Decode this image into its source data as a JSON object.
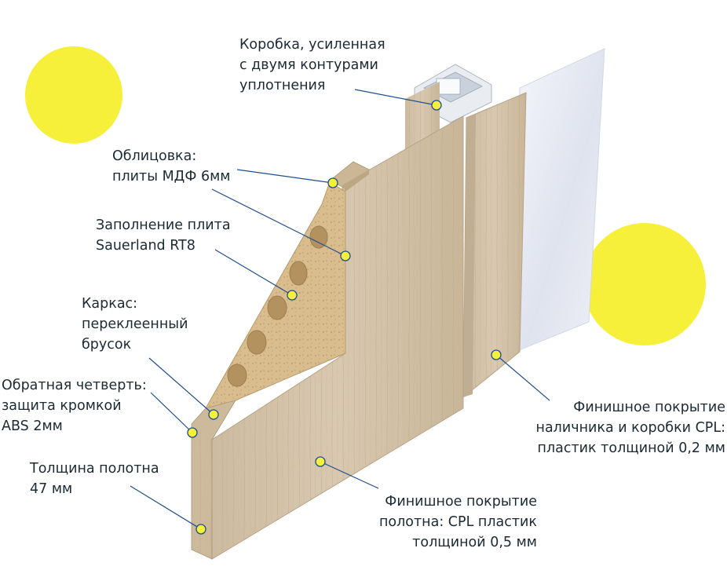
{
  "colors": {
    "accent_yellow": "#f6f03a",
    "leader_line": "#1f4e8c",
    "wood": "#d3c1a6",
    "filling": "#d7b98a",
    "glass": "#e8ecf4"
  },
  "labels": {
    "frame_box": [
      "Коробка, усиленная",
      "с двумя контурами",
      "уплотнения"
    ],
    "facing": [
      "Облицовка:",
      "плиты МДФ 6мм"
    ],
    "filling": [
      "Заполнение плита",
      "Sauerland RT8"
    ],
    "carcass": [
      "Каркас:",
      "переклеенный",
      "брусок"
    ],
    "rebate": [
      "Обратная четверть:",
      "защита кромкой",
      "ABS 2мм"
    ],
    "thickness": [
      "Толщина полотна",
      "47 мм"
    ],
    "leaf_finish": [
      "Финишное покрытие",
      "полотна: CPL пластик",
      "толщиной 0,5 мм"
    ],
    "trim_finish": [
      "Финишное покрытие",
      "наличника и коробки CPL:",
      "пластик толщиной 0,2 мм"
    ]
  }
}
